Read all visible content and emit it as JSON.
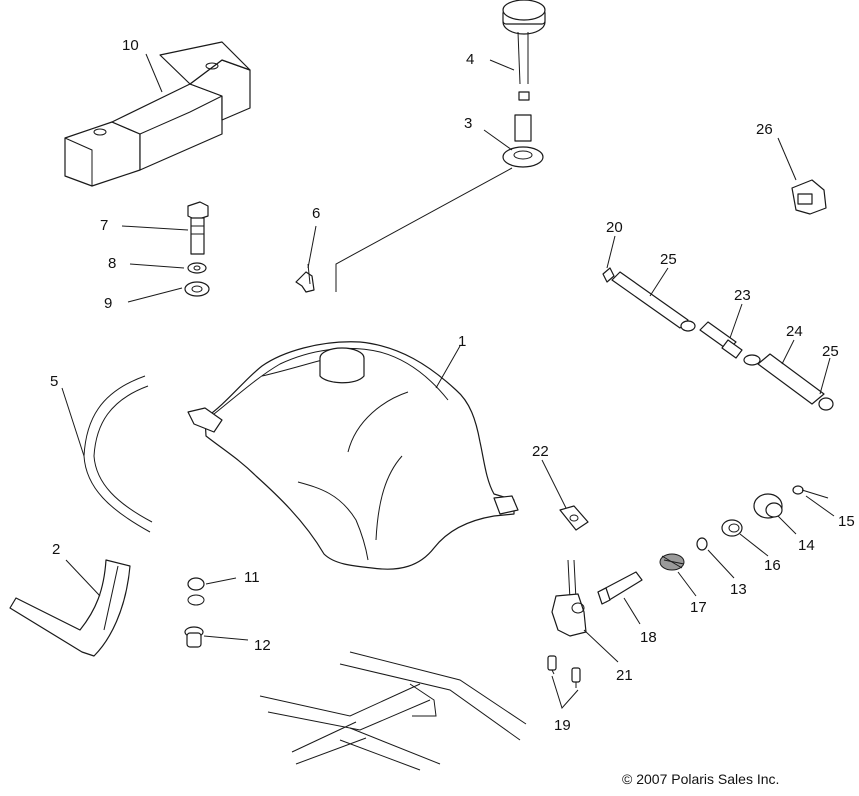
{
  "callouts": {
    "c1": "1",
    "c2": "2",
    "c3": "3",
    "c4": "4",
    "c5": "5",
    "c6": "6",
    "c7": "7",
    "c8": "8",
    "c9": "9",
    "c10": "10",
    "c11": "11",
    "c12": "12",
    "c13": "13",
    "c14": "14",
    "c15": "15",
    "c16": "16",
    "c17": "17",
    "c18": "18",
    "c19": "19",
    "c20": "20",
    "c21": "21",
    "c22": "22",
    "c23": "23",
    "c24": "24",
    "c25a": "25",
    "c25b": "25",
    "c26": "26"
  },
  "copyright": "© 2007 Polaris Sales Inc."
}
